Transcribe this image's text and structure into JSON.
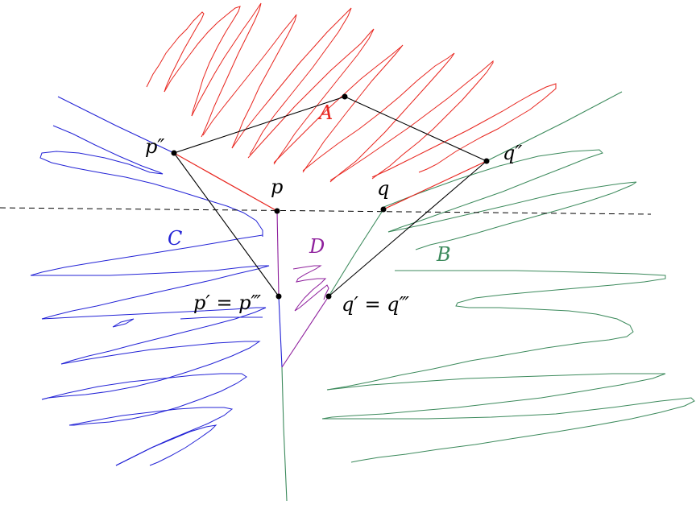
{
  "colors": {
    "red": "#e8261f",
    "blue": "#2323d6",
    "green": "#3c8a5c",
    "purple": "#8e1f9c",
    "black": "#000000"
  },
  "labels": {
    "A": "A",
    "B": "B",
    "C": "C",
    "D": "D",
    "p": "p",
    "q": "q",
    "p2": "p″",
    "q2": "q″",
    "p1": "p′ = p‴",
    "q1": "q′ = q‴"
  }
}
